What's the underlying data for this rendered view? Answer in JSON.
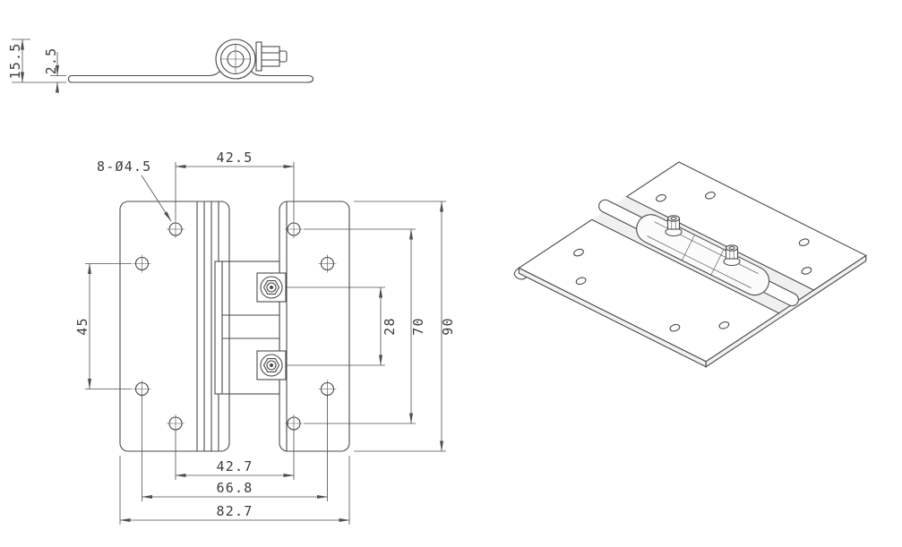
{
  "page": {
    "background": "#ffffff",
    "line_color": "#4a4a4a",
    "text_color": "#3c3c3c"
  },
  "side_view": {
    "dim_total_height": "15.5",
    "dim_plate_thickness": "2.5"
  },
  "front_view": {
    "callout_holes": "8-Ø4.5",
    "dim_top_hole_spacing": "42.5",
    "dim_left_hole_spacing": "45",
    "dim_bolt_spacing": "28",
    "dim_right_hole_span": "70",
    "dim_overall_height": "90",
    "dim_bottom_hole_spacing": "42.7",
    "dim_outer_hole_span": "66.8",
    "dim_overall_width": "82.7"
  }
}
